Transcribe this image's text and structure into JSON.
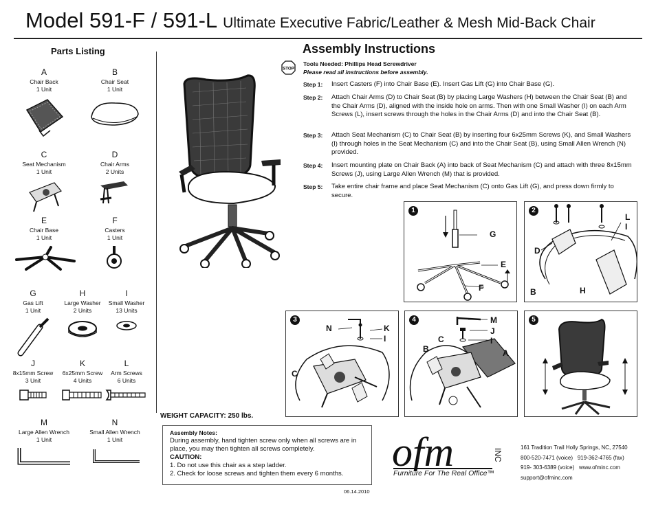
{
  "header": {
    "model": "Model 591-F / 591-L",
    "subtitle": "Ultimate Executive Fabric/Leather & Mesh Mid-Back Chair"
  },
  "parts": {
    "heading": "Parts Listing",
    "items": [
      {
        "letter": "A",
        "name": "Chair Back",
        "qty": "1 Unit"
      },
      {
        "letter": "B",
        "name": "Chair Seat",
        "qty": "1 Unit"
      },
      {
        "letter": "C",
        "name": "Seat Mechanism",
        "qty": "1 Unit"
      },
      {
        "letter": "D",
        "name": "Chair Arms",
        "qty": "2 Units"
      },
      {
        "letter": "E",
        "name": "Chair Base",
        "qty": "1 Unit"
      },
      {
        "letter": "F",
        "name": "Casters",
        "qty": "1 Unit"
      },
      {
        "letter": "G",
        "name": "Gas Lift",
        "qty": "1 Unit"
      },
      {
        "letter": "H",
        "name": "Large Washer",
        "qty": "2 Units"
      },
      {
        "letter": "I",
        "name": "Small Washer",
        "qty": "13 Units"
      },
      {
        "letter": "J",
        "name": "8x15mm Screw",
        "qty": "3 Unit"
      },
      {
        "letter": "K",
        "name": "6x25mm Screw",
        "qty": "4 Units"
      },
      {
        "letter": "L",
        "name": "Arm Screws",
        "qty": "6 Units"
      },
      {
        "letter": "M",
        "name": "Large Allen Wrench",
        "qty": "1 Unit"
      },
      {
        "letter": "N",
        "name": "Small Allen Wrench",
        "qty": "1 Unit"
      }
    ]
  },
  "assembly": {
    "heading": "Assembly Instructions",
    "stop_icon": "stop-sign-icon",
    "stop_text": "STOP",
    "tools": "Tools Needed: Phillips Head Screwdriver",
    "read_note": "Please read all instructions before assembly.",
    "steps": [
      {
        "label": "Step 1:",
        "text": "Insert Casters (F) into Chair Base (E). Insert Gas Lift (G) into Chair Base (G)."
      },
      {
        "label": "Step 2:",
        "text": "Attach Chair Arms (D) to Chair Seat (B) by placing Large Washers (H)  between the Chair Seat (B) and the Chair Arms (D), aligned with the inside hole on arms. Then with one Small Washer (I) on each Arm Screws (L), insert screws through the holes in the Chair Arms (D) and into the Chair Seat (B)."
      },
      {
        "label": "Step 3:",
        "text": "Attach Seat Mechanism (C) to Chair Seat (B) by inserting four 6x25mm Screws (K), and Small Washers (I) through holes in the Seat Mechanism (C) and into the Chair Seat (B), using Small Allen Wrench (N) provided."
      },
      {
        "label": "Step 4:",
        "text": "Insert mounting plate on Chair Back (A) into back of Seat Mechanism (C) and attach with three 8x15mm Screws (J), using Large Allen Wrench (M) that is provided."
      },
      {
        "label": "Step 5:",
        "text": "Take entire chair frame and place Seat Mechanism (C) onto Gas Lift (G), and press down firmly to secure."
      }
    ]
  },
  "panels": [
    {
      "num": "1",
      "labels": [
        "G",
        "E",
        "F"
      ]
    },
    {
      "num": "2",
      "labels": [
        "L",
        "I",
        "D",
        "B",
        "H"
      ]
    },
    {
      "num": "3",
      "labels": [
        "N",
        "K",
        "I",
        "C"
      ]
    },
    {
      "num": "4",
      "labels": [
        "M",
        "J",
        "I",
        "C",
        "B",
        "A"
      ]
    },
    {
      "num": "5",
      "labels": []
    }
  ],
  "weight": "WEIGHT CAPACITY: 250 lbs.",
  "notes": {
    "heading": "Assembly Notes:",
    "text": "During assembly, hand tighten screw only when all screws are in place, you may then tighten all screws completely.",
    "caution_heading": "CAUTION:",
    "caution_items": [
      "1. Do not use this chair as a step ladder.",
      "2. Check for loose screws and tighten them every 6 months."
    ]
  },
  "date": "06.14.2010",
  "company": {
    "logo": "ofm",
    "logo_suffix": "INC",
    "tagline": "Furniture For The Real Office™",
    "address": "161 Tradition Trail  Holly Springs, NC, 27540",
    "phone1": "800-520-7471 (voice)",
    "fax": "919-362-4765 (fax)",
    "phone2": "919- 303-6389 (voice)",
    "website": "www.ofminc.com",
    "email": "support@ofminc.com"
  }
}
